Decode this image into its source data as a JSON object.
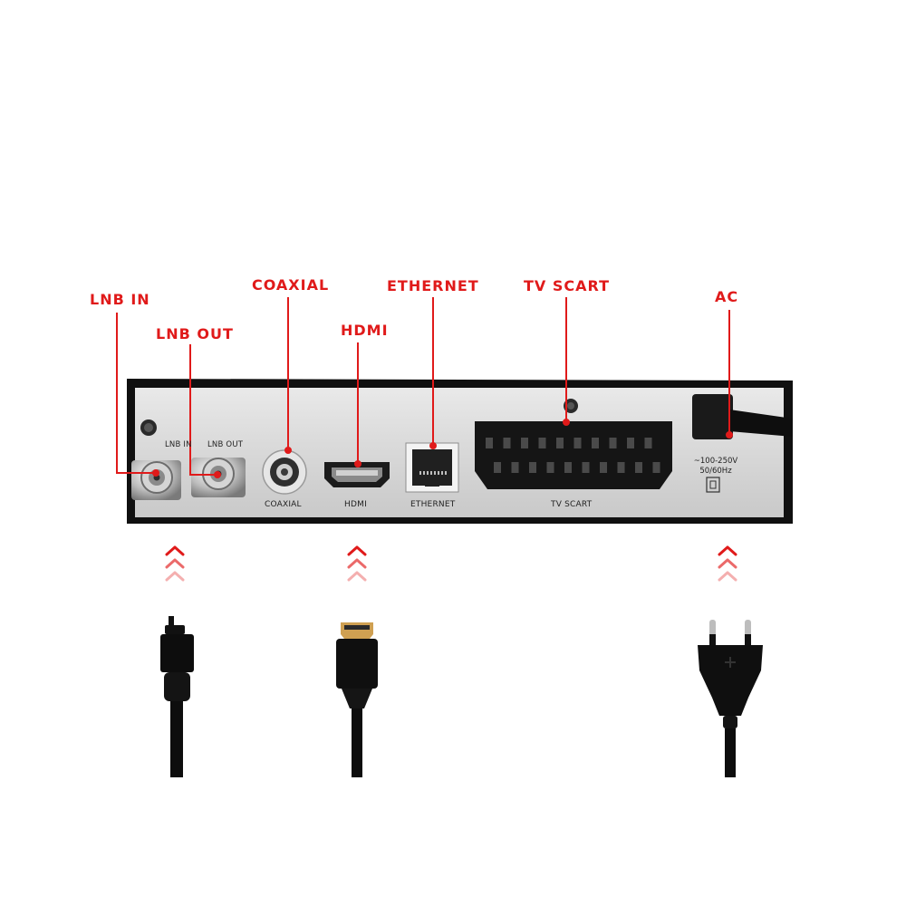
{
  "callouts": {
    "lnb_in": "LNB IN",
    "lnb_out": "LNB OUT",
    "coaxial": "COAXIAL",
    "hdmi": "HDMI",
    "ethernet": "ETHERNET",
    "tv_scart": "TV SCART",
    "ac": "AC"
  },
  "panel_labels": {
    "lnb_in": "LNB IN",
    "lnb_out": "LNB OUT",
    "coaxial": "COAXIAL",
    "hdmi": "HDMI",
    "ethernet": "ETHERNET",
    "tv_scart": "TV SCART"
  },
  "power_rating": {
    "voltage": "~100-250V",
    "frequency": "50/60Hz"
  },
  "colors": {
    "callout": "#e01a1a",
    "panel": "#dcdcdc",
    "case": "#111111",
    "cable": "#0d0d0d"
  },
  "icons": [
    "f-connector-cable-icon",
    "hdmi-cable-icon",
    "eu-power-plug-icon",
    "insert-arrow-icon"
  ]
}
